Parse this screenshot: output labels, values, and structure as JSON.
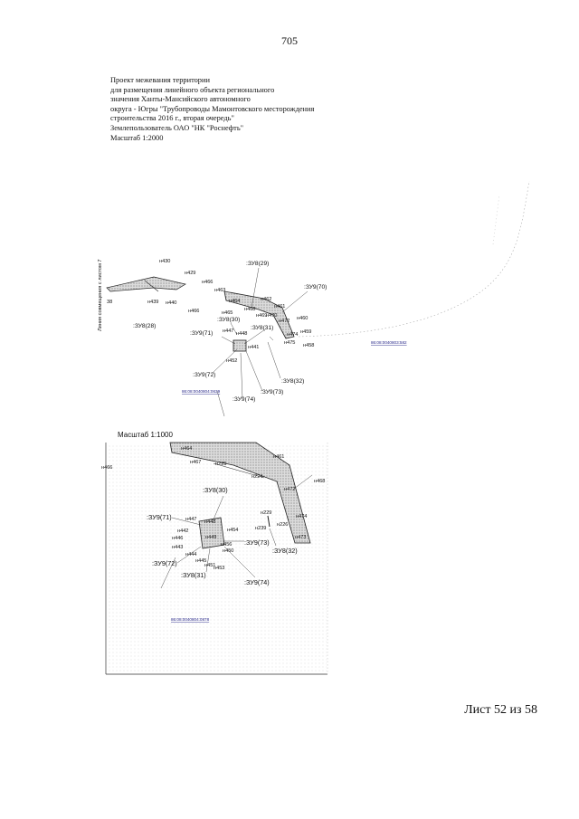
{
  "page_number": "705",
  "header_lines": [
    "Проект межевания территории",
    "для размещения линейного объекта регионального",
    "значения Ханты-Мансийского автономного",
    "округа - Югры \"Трубопроводы Мамонтовского месторождения",
    "строительства 2016 г., вторая очередь\"",
    "Землепользователь ОАО \"НК \"Роснефть\"",
    "Масштаб 1:2000"
  ],
  "map_main": {
    "side_label": "Линия совмещения с листом 7",
    "labels": {
      "n430": "н430",
      "n429": "н429",
      "n466": "н466",
      "n439": "н439",
      "n440": "н440",
      "n438": "38",
      "z28": ":ЗУ8(28)",
      "z29": ":ЗУ8(29)",
      "n463": "н463",
      "n464": "н464",
      "n462": "н462",
      "n461": "н461",
      "n468": "н468",
      "n465": "н465",
      "n467": "н467",
      "n469": "н469",
      "n470": "н470",
      "z70": ":ЗУ9(70)",
      "n460": "н460",
      "n472": "н472",
      "z30": ":ЗУ8(30)",
      "z31": ":ЗУ8(31)",
      "z71": ":ЗУ9(71)",
      "n447": "н447",
      "n448": "н448",
      "n459": "н459",
      "n474": "н474",
      "n475": "н475",
      "n458": "н458",
      "n441": "н441",
      "n452": "н452",
      "z72": ":ЗУ9(72)",
      "z73": ":ЗУ9(73)",
      "z32": ":ЗУ8(32)",
      "z74": ":ЗУ9(74)",
      "cad1": "86:08:0040804:0639",
      "cad2": "86:08:0040803:582"
    }
  },
  "map_inset": {
    "scale_label": "Масштаб 1:1000",
    "labels": {
      "n464": "н464",
      "n461": "н461",
      "n466": "н466",
      "n467": "н467",
      "n225": "н225",
      "n224": "н224",
      "n468": "н468",
      "n472": "н472",
      "z30": ":ЗУ8(30)",
      "n229": "н229",
      "z71": ":ЗУ9(71)",
      "n447": "н447",
      "n448": "н448",
      "n474": "н474",
      "n442": "н442",
      "n454": "н454",
      "n239": "н239",
      "n226": "н226",
      "n446": "н446",
      "n449": "н449",
      "n443": "н443",
      "n456": "н456",
      "n450": "н450",
      "z73": ":ЗУ9(73)",
      "z32": ":ЗУ8(32)",
      "n473": "н473",
      "n444": "н444",
      "n445": "н445",
      "n451": "н451",
      "n453": "н453",
      "z72": ":ЗУ9(72)",
      "z31": ":ЗУ8(31)",
      "z74": ":ЗУ9(74)",
      "cad1": "86:08:0040804:0878"
    }
  },
  "footer": "Лист 52 из 58",
  "colors": {
    "hatch": "#c8c8c8",
    "boundary": "#222222",
    "cadastral": "#2a2a8a"
  }
}
